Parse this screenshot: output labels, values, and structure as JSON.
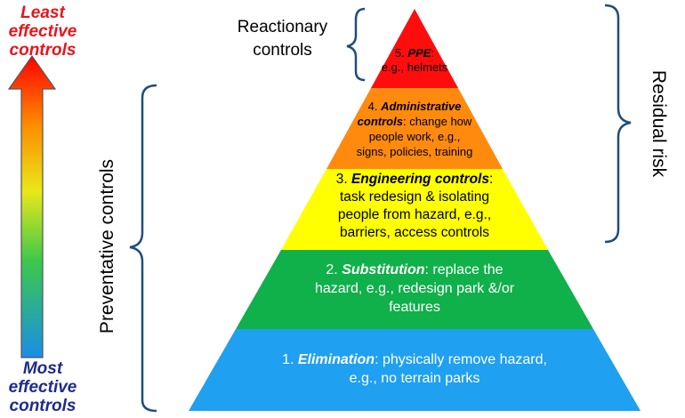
{
  "arrow": {
    "top_text": [
      "Least",
      "effective",
      "controls"
    ],
    "bottom_text": [
      "Most",
      "effective",
      "controls"
    ],
    "top_color": "#e8141c",
    "bottom_color": "#1f2a8c"
  },
  "labels": {
    "preventative": "Preventative controls",
    "reactionary": [
      "Reactionary",
      "controls"
    ],
    "residual": "Residual risk"
  },
  "levels": [
    {
      "num": "5. ",
      "name": "PPE",
      "rest": ":",
      "lines": [
        "e.g., helmets"
      ],
      "color": "#ff0d0d"
    },
    {
      "num": "4. ",
      "name": "Administrative",
      "name2": "controls",
      "rest": ": change how",
      "lines": [
        "people work, e.g.,",
        "signs, policies, training"
      ],
      "color": "#ff8a0d"
    },
    {
      "num": "3. ",
      "name": "Engineering controls",
      "rest": ":",
      "lines": [
        "task redesign & isolating",
        "people from hazard, e.g.,",
        "barriers, access controls"
      ],
      "color": "#ffff00"
    },
    {
      "num": "2. ",
      "name": "Substitution",
      "rest": ": replace the",
      "lines": [
        "hazard, e.g., redesign park &/or",
        "features"
      ],
      "color": "#10b04a"
    },
    {
      "num": "1. ",
      "name": "Elimination",
      "rest": ": physically remove hazard,",
      "lines": [
        "e.g., no terrain parks"
      ],
      "color": "#1fa0f0"
    }
  ]
}
